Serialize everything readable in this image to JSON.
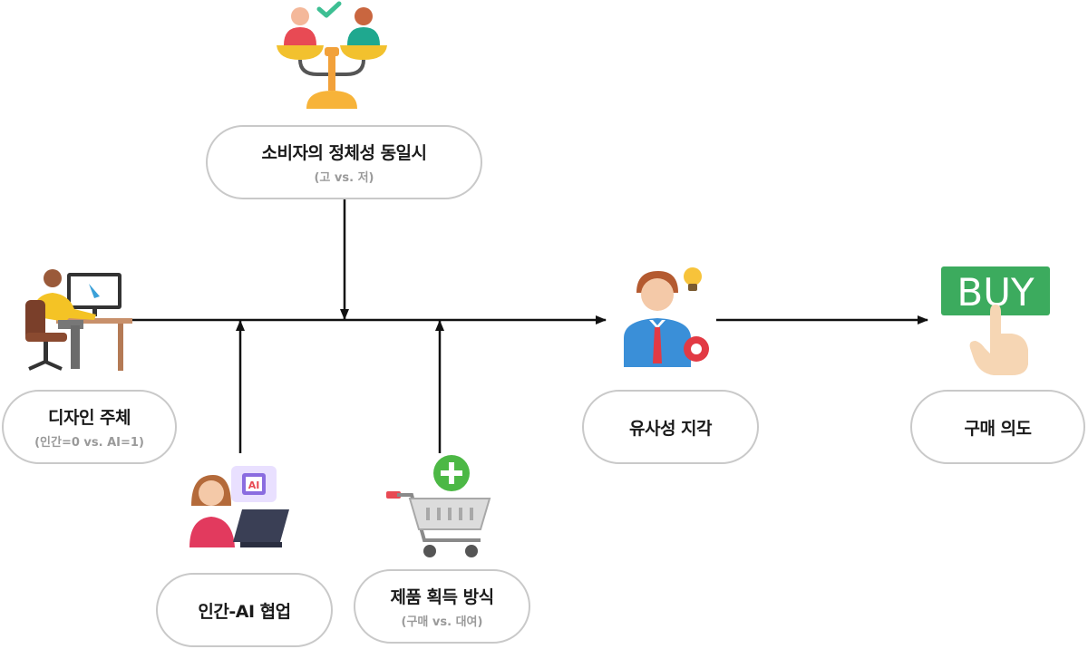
{
  "nodes": {
    "identity": {
      "main": "소비자의 정체성 동일시",
      "sub": "(고 vs. 저)"
    },
    "designer": {
      "main": "디자인 주체",
      "sub": "(인간=0 vs. AI=1)"
    },
    "collab": {
      "main": "인간-AI 협업",
      "sub": ""
    },
    "acquisition": {
      "main": "제품 획득 방식",
      "sub": "(구매 vs. 대여)"
    },
    "similarity": {
      "main": "유사성 지각",
      "sub": ""
    },
    "intention": {
      "main": "구매 의도",
      "sub": ""
    }
  },
  "icons": {
    "buy_label": "BUY",
    "ai_label": "AI"
  },
  "colors": {
    "arrow": "#111111",
    "node_border": "#c9c9c9",
    "buy_green": "#3cab5e",
    "plus_green": "#4cb845"
  }
}
